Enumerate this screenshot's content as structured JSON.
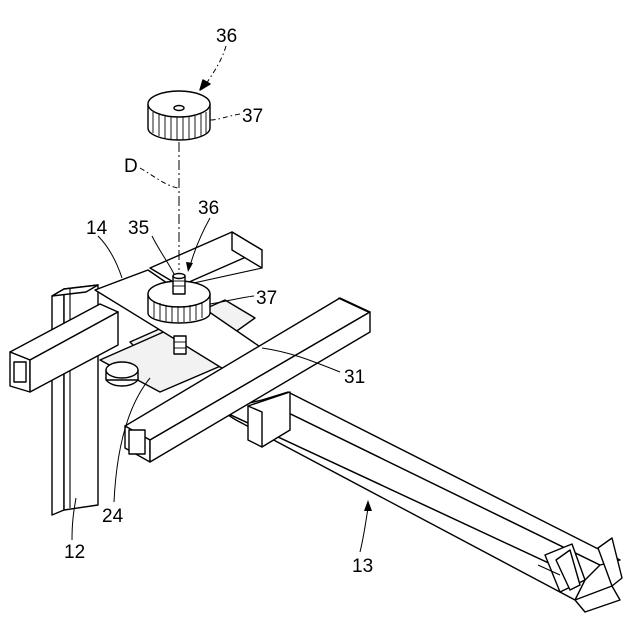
{
  "figure": {
    "labels": {
      "top_36": "36",
      "top_37": "37",
      "d": "D",
      "mid_36": "36",
      "n14": "14",
      "n35": "35",
      "mid_37": "37",
      "n31": "31",
      "n24": "24",
      "n12": "12",
      "n13": "13"
    }
  }
}
